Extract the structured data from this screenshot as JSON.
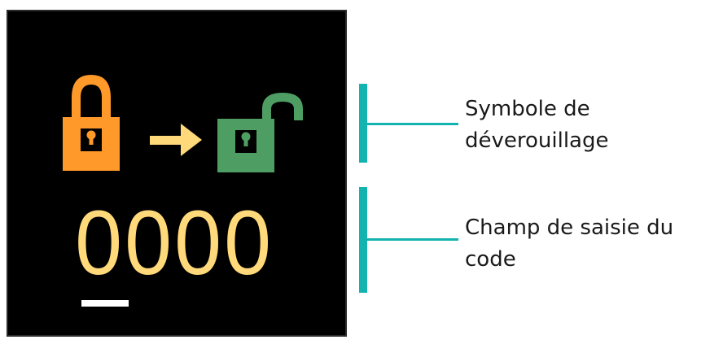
{
  "colors": {
    "screen_background": "#000000",
    "locked_icon": "#ff9a2a",
    "arrow": "#ffd97a",
    "unlocked_icon": "#4e9e63",
    "code_digits": "#ffd97a",
    "cursor": "#ffffff",
    "callout_lines": "#13b3b0",
    "label_text": "#1a1a1a"
  },
  "screen": {
    "icons": [
      "lock-closed-icon",
      "arrow-right-icon",
      "lock-open-icon"
    ],
    "code_digits": [
      "0",
      "0",
      "0",
      "0"
    ],
    "active_digit_index": 0
  },
  "callouts": [
    {
      "line1": "Symbole de",
      "line2": "déverouillage"
    },
    {
      "line1": "Champ de saisie du",
      "line2": "code"
    }
  ]
}
